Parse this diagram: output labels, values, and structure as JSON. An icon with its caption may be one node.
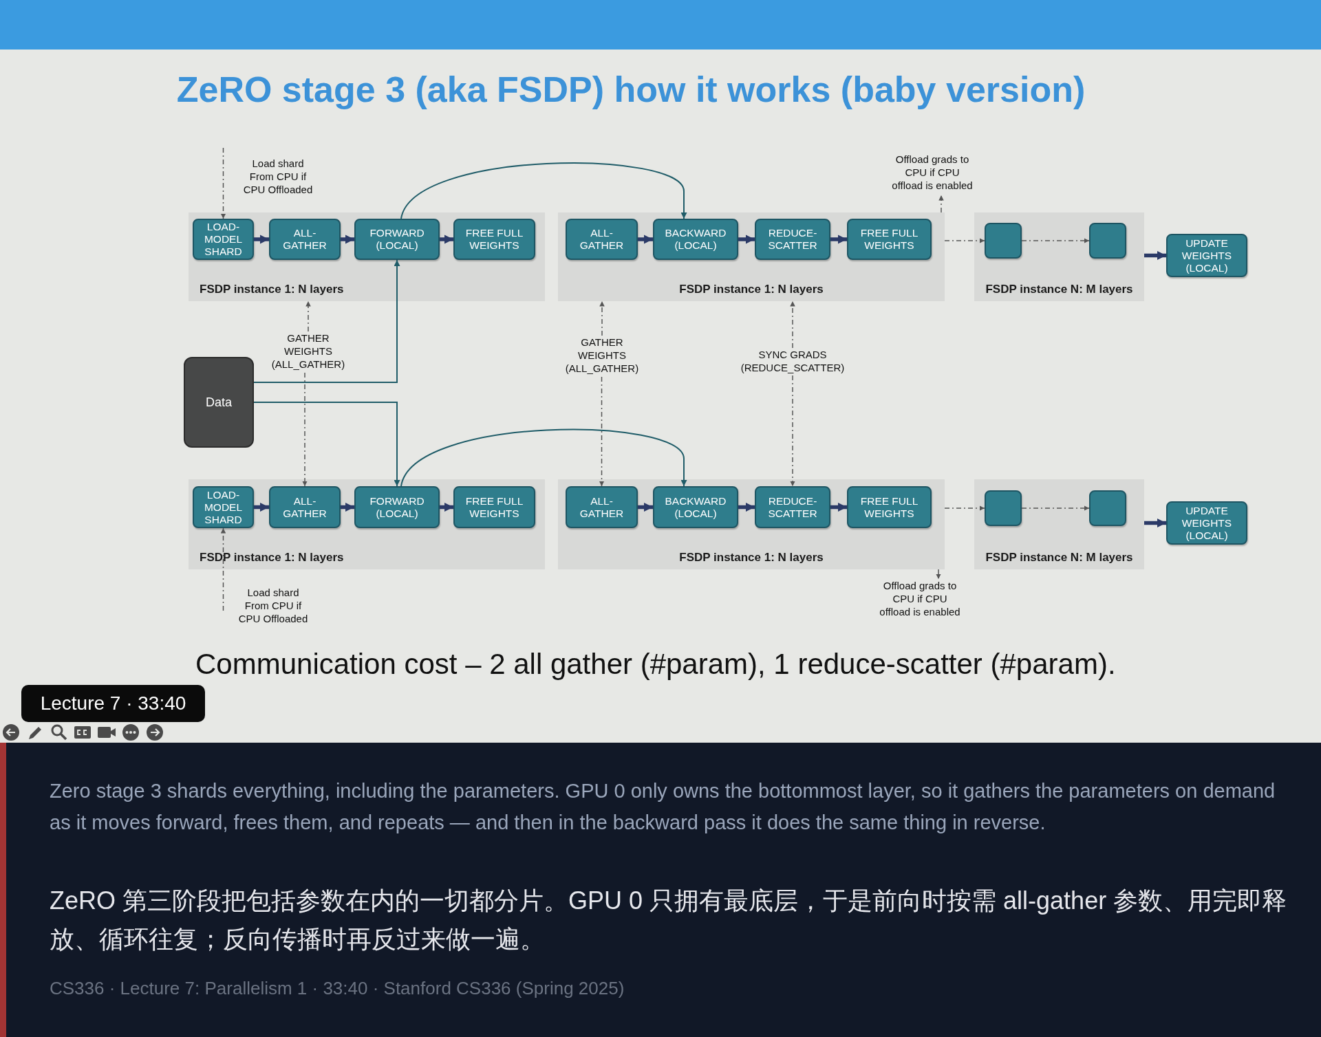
{
  "diagram": {
    "title": "ZeRO stage 3 (aka FSDP) how it works (baby version)",
    "nodes": [
      {
        "text": [
          "FSDP instance 1: N layers"
        ]
      },
      {
        "text": [
          "LOAD-MODEL SHARD"
        ],
        "in": 0
      },
      {
        "text": [
          "ALL-GATHER"
        ],
        "in": 0
      },
      {
        "text": [
          "FORWARD (LOCAL)"
        ],
        "in": 0
      },
      {
        "text": [
          "FREE FULL WEIGHTS"
        ],
        "in": 0
      },
      {
        "text": [
          "FSDP instance 1: N layers"
        ]
      },
      {
        "text": [
          "ALL-GATHER"
        ],
        "in": 5
      },
      {
        "text": [
          "BACKWARD (LOCAL)"
        ],
        "in": 5
      },
      {
        "text": [
          "REDUCE-SCATTER"
        ],
        "in": 5
      },
      {
        "text": [
          "FREE FULL WEIGHTS"
        ],
        "in": 5
      },
      {
        "text": [
          "FSDP instance N: M layers"
        ]
      },
      {
        "text": [],
        "shape": "box",
        "in": 10
      },
      {
        "text": [],
        "shape": "box",
        "in": 10
      },
      {
        "text": [
          "UPDATE WEIGHTS (LOCAL)"
        ]
      },
      {
        "text": [
          "Offload grads to CPU if CPU offload is enabled"
        ]
      },
      {
        "text": [
          "GATHER WEIGHTS (ALL_GATHER)"
        ]
      },
      {
        "text": [
          "GATHER WEIGHTS (ALL_GATHER)"
        ]
      },
      {
        "text": [
          "SYNC GRADS (REDUCE_SCATTER)"
        ]
      },
      {
        "text": [
          "Data"
        ]
      },
      {
        "text": [
          "FSDP instance 1: N layers"
        ]
      },
      {
        "text": [
          "LOAD-MODEL SHARD"
        ],
        "in": 19
      },
      {
        "text": [
          "ALL-GATHER"
        ],
        "in": 19
      },
      {
        "text": [
          "FORWARD (LOCAL)"
        ],
        "in": 19
      },
      {
        "text": [
          "FREE FULL WEIGHTS"
        ],
        "in": 19
      },
      {
        "text": [
          "FSDP instance 1: N layers"
        ]
      },
      {
        "text": [
          "ALL-GATHER"
        ],
        "in": 24
      },
      {
        "text": [
          "BACKWARD (LOCAL)"
        ],
        "in": 24
      },
      {
        "text": [
          "REDUCE-SCATTER"
        ],
        "in": 24
      },
      {
        "text": [
          "FREE FULL WEIGHTS"
        ],
        "in": 24
      },
      {
        "text": [
          "FSDP instance N: M layers"
        ]
      },
      {
        "text": [],
        "shape": "box",
        "in": 29
      },
      {
        "text": [],
        "shape": "box",
        "in": 29
      },
      {
        "text": [
          "UPDATE WEIGHTS (LOCAL)"
        ]
      },
      {
        "text": [
          "Offload grads to CPU if CPU offload is enabled"
        ]
      }
    ],
    "edges": [
      {
        "from": 1,
        "to": 2,
        "arrow": "to",
        "style": "thick"
      },
      {
        "from": 2,
        "to": 3,
        "arrow": "to",
        "style": "thick"
      },
      {
        "from": 3,
        "to": 4,
        "arrow": "to",
        "style": "thick"
      },
      {
        "from": null,
        "to": 1,
        "arrow": "to",
        "style": "dashed"
      },
      {
        "from": 3,
        "to": 7,
        "arrow": "to",
        "color": "#1f5c68"
      },
      {
        "from": 6,
        "to": 7,
        "arrow": "to",
        "style": "thick"
      },
      {
        "from": 7,
        "to": 8,
        "arrow": "to",
        "style": "thick"
      },
      {
        "from": 8,
        "to": 9,
        "arrow": "to",
        "style": "thick"
      },
      {
        "from": 5,
        "to": 14,
        "arrow": "to",
        "style": "dashed"
      },
      {
        "from": 5,
        "to": 11,
        "arrow": "to",
        "style": "dashed"
      },
      {
        "from": 11,
        "to": 12,
        "arrow": "to",
        "style": "dashed"
      },
      {
        "from": 10,
        "to": 13,
        "arrow": "to",
        "style": "thick"
      },
      {
        "from": 15,
        "to": 0,
        "arrow": "to",
        "style": "dashed"
      },
      {
        "from": 15,
        "to": 21,
        "arrow": "to",
        "style": "dashed"
      },
      {
        "from": 16,
        "to": 5,
        "arrow": "to",
        "style": "dashed"
      },
      {
        "from": 16,
        "to": 25,
        "arrow": "to",
        "style": "dashed"
      },
      {
        "from": 17,
        "to": 5,
        "arrow": "to",
        "style": "dashed"
      },
      {
        "from": 17,
        "to": 27,
        "arrow": "to",
        "style": "dashed"
      },
      {
        "from": 18,
        "to": 3,
        "arrow": "to",
        "color": "#1f5c68"
      },
      {
        "from": 18,
        "to": 22,
        "arrow": "to",
        "color": "#1f5c68"
      },
      {
        "from": 20,
        "to": 21,
        "arrow": "to",
        "style": "thick"
      },
      {
        "from": 21,
        "to": 22,
        "arrow": "to",
        "style": "thick"
      },
      {
        "from": 22,
        "to": 23,
        "arrow": "to",
        "style": "thick"
      },
      {
        "from": null,
        "to": 20,
        "arrow": "to",
        "style": "dashed"
      },
      {
        "from": 22,
        "to": 26,
        "arrow": "to",
        "color": "#1f5c68"
      },
      {
        "from": 25,
        "to": 26,
        "arrow": "to",
        "style": "thick"
      },
      {
        "from": 26,
        "to": 27,
        "arrow": "to",
        "style": "thick"
      },
      {
        "from": 27,
        "to": 28,
        "arrow": "to",
        "style": "thick"
      },
      {
        "from": 24,
        "to": 33,
        "arrow": "to",
        "style": "dashed"
      },
      {
        "from": 24,
        "to": 30,
        "arrow": "to",
        "style": "dashed"
      },
      {
        "from": 30,
        "to": 31,
        "arrow": "to",
        "style": "dashed"
      },
      {
        "from": 29,
        "to": 32,
        "arrow": "to",
        "style": "thick"
      }
    ],
    "labels": [
      "Load shard From CPU if CPU Offloaded",
      "Load shard From CPU if CPU Offloaded",
      "Communication cost – 2 all gather (#param), 1 reduce-scatter (#param).",
      "Lecture 7 · 33:40",
      "Zero stage 3 shards everything, including the parameters. GPU 0 only owns the bottommost layer, so it gathers the parameters on demand as it moves forward, frees them, and repeats — and then in the backward pass it does the same thing in reverse.",
      "ZeRO 第三阶段把包括参数在内的一切都分片。GPU 0 只拥有最底层，于是前向时按需 all-gather 参数、用完即释放、循环往复；反向传播时再反过来做一遍。",
      "CS336 · Lecture 7: Parallelism 1 · 33:40 · Stanford CS336 (Spring 2025)"
    ]
  }
}
